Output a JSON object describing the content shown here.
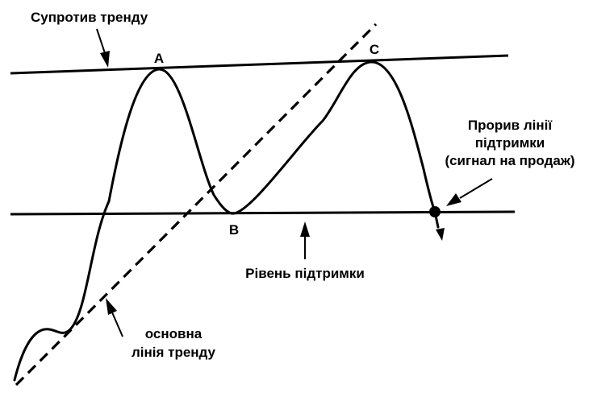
{
  "labels": {
    "resistance": "Супротив тренду",
    "support": "Рівень підтримки",
    "trendline_line1": "основна",
    "trendline_line2": "лінія тренду",
    "breakout_line1": "Прорив лінії",
    "breakout_line2": "підтримки",
    "breakout_line3": "(сигнал на продаж)"
  },
  "points": {
    "a": "A",
    "b": "B",
    "c": "C"
  },
  "colors": {
    "ink": "#000000",
    "background": "#ffffff"
  }
}
